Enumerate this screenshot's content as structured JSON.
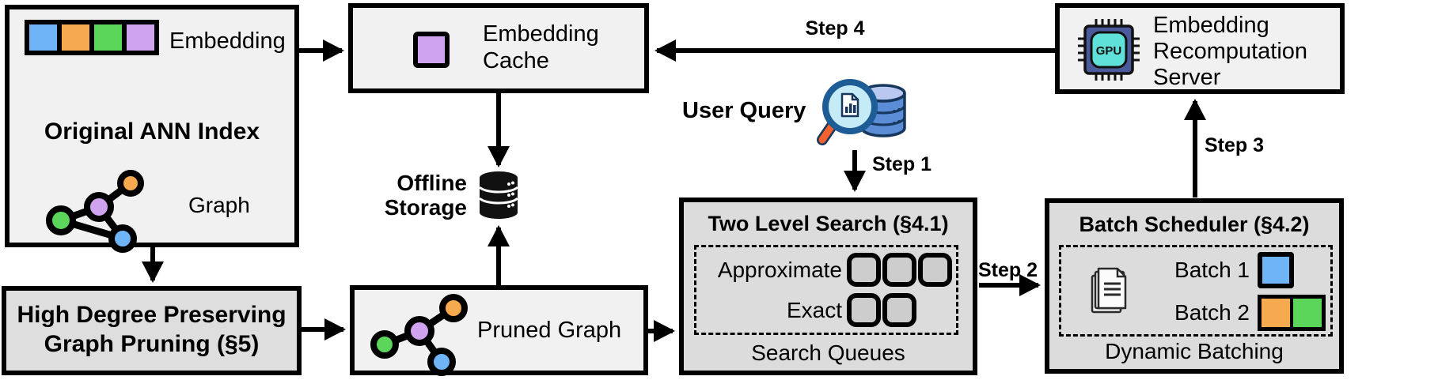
{
  "ann": {
    "embedding_label": "Embedding",
    "title": "Original ANN Index",
    "graph_label": "Graph"
  },
  "high_degree": {
    "line1": "High Degree Preserving",
    "line2": "Graph Pruning (§5)"
  },
  "cache": {
    "line1": "Embedding",
    "line2": "Cache"
  },
  "offline": {
    "line1": "Offline",
    "line2": "Storage"
  },
  "pruned": {
    "label": "Pruned Graph"
  },
  "query": {
    "label": "User Query"
  },
  "search": {
    "title": "Two Level Search (§4.1)",
    "approximate": "Approximate",
    "exact": "Exact",
    "caption": "Search Queues"
  },
  "batch": {
    "title": "Batch Scheduler (§4.2)",
    "batch1": "Batch 1",
    "batch2": "Batch 2",
    "caption": "Dynamic Batching"
  },
  "server": {
    "line1": "Embedding",
    "line2": "Recomputation",
    "line3": "Server",
    "gpu": "GPU"
  },
  "steps": {
    "s1": "Step 1",
    "s2": "Step 2",
    "s3": "Step 3",
    "s4": "Step 4"
  },
  "colors": {
    "node_blue": "#6eb4f7",
    "node_orange": "#f6a94e",
    "node_green": "#5bd65b",
    "node_purple": "#cfa3f0",
    "box_light": "#f1f1f1",
    "box_gray": "#dcdcdc",
    "queue_fill": "#cdcdcd",
    "gpu_body": "#4a5a9b",
    "gpu_core": "#5fe0d8",
    "magnifier_handle": "#f2622e",
    "magnifier_lens": "#c5ebf7",
    "db_blue": "#5b8dd6",
    "db_blue_top": "#b9c8ee",
    "outline_navy": "#16365c"
  }
}
